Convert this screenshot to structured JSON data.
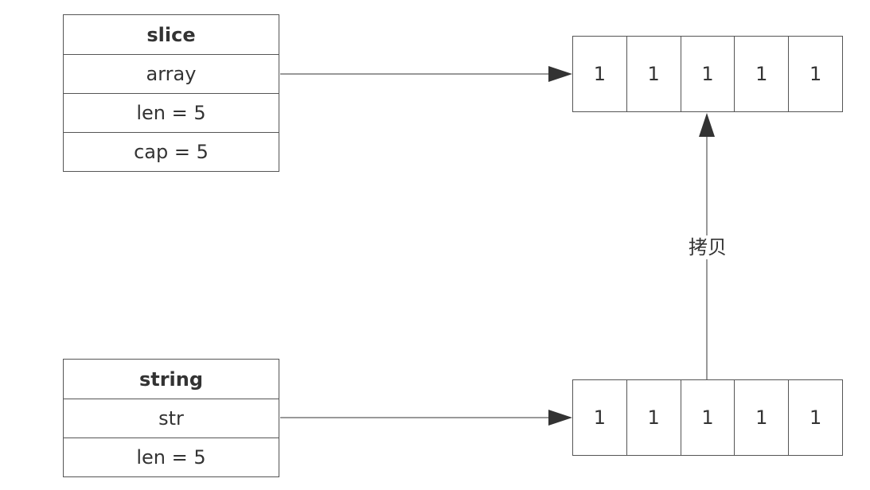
{
  "slice": {
    "title": "slice",
    "fields": [
      "array",
      "len = 5",
      "cap = 5"
    ],
    "array_values": [
      "1",
      "1",
      "1",
      "1",
      "1"
    ]
  },
  "string": {
    "title": "string",
    "fields": [
      "str",
      "len = 5"
    ],
    "array_values": [
      "1",
      "1",
      "1",
      "1",
      "1"
    ]
  },
  "copy_label": "拷贝",
  "colors": {
    "line": "#555555",
    "arrow": "#333333"
  }
}
